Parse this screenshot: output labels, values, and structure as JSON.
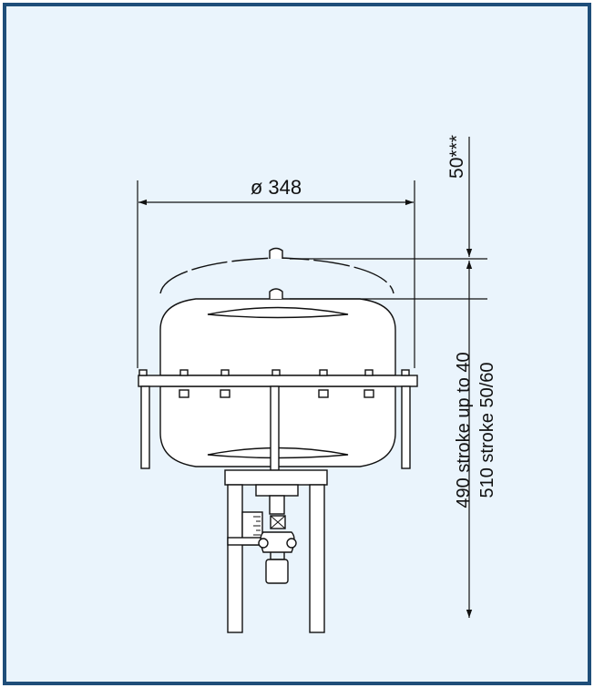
{
  "dimensions": {
    "diameter": "ø 348",
    "top_clearance": "50***",
    "height_stroke_small": "490 stroke up to 40",
    "height_stroke_large": "510 stroke 50/60"
  },
  "colors": {
    "background": "#eaf4fc",
    "border": "#1f4e79",
    "line": "#111111"
  }
}
